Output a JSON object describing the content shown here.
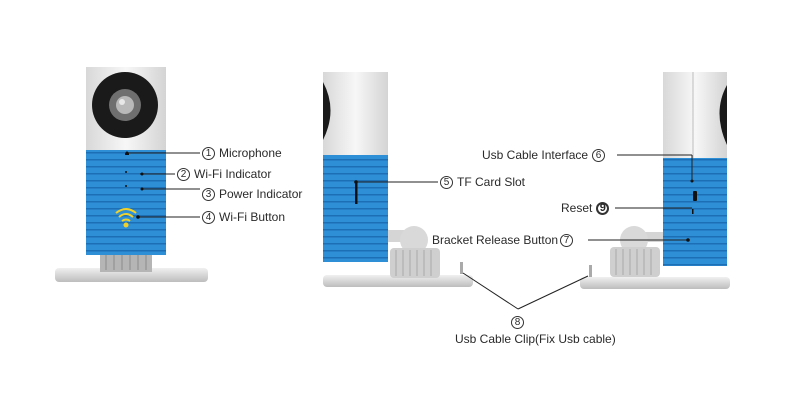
{
  "diagram": {
    "subject": "Wi-Fi camera parts diagram",
    "colors": {
      "body_blue": "#2f8fd6",
      "body_white": "#eeeeee",
      "lens_black": "#1a1a1a",
      "wifi_icon": "#f2d22a",
      "base_gray": "#dcdcdc",
      "line": "#222222"
    },
    "callouts": [
      {
        "number": "1",
        "label": "Microphone"
      },
      {
        "number": "2",
        "label": "Wi-Fi Indicator"
      },
      {
        "number": "3",
        "label": "Power Indicator"
      },
      {
        "number": "4",
        "label": "Wi-Fi Button"
      },
      {
        "number": "5",
        "label": "TF Card Slot"
      },
      {
        "number": "6",
        "label": "Usb Cable Interface"
      },
      {
        "number": "7",
        "label": "Bracket Release Button"
      },
      {
        "number": "8",
        "label": "Usb Cable Clip(Fix Usb cable)"
      },
      {
        "number": "9",
        "label": "Reset"
      }
    ],
    "views": [
      "front-view",
      "left-side-view",
      "right-side-view"
    ]
  }
}
